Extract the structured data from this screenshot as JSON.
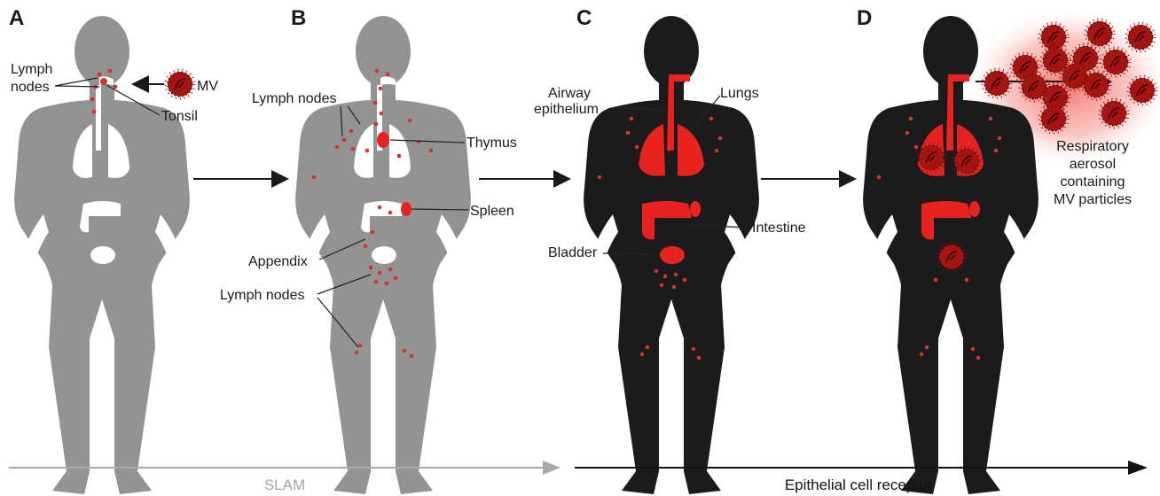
{
  "panels": {
    "a": {
      "letter": "A",
      "lymph_label": "Lymph\nnodes",
      "tonsil_label": "Tonsil",
      "mv_label": "MV"
    },
    "b": {
      "letter": "B",
      "lymph_top_label": "Lymph nodes",
      "thymus_label": "Thymus",
      "spleen_label": "Spleen",
      "appendix_label": "Appendix",
      "lymph_bottom_label": "Lymph nodes"
    },
    "c": {
      "letter": "C",
      "airway_label_1": "Airway",
      "airway_label_2": "epithelium",
      "lungs_label": "Lungs",
      "intestine_label": "Intestine",
      "bladder_label": "Bladder"
    },
    "d": {
      "letter": "D",
      "aerosol_label_1": "Respiratory",
      "aerosol_label_2": "aerosol",
      "aerosol_label_3": "containing",
      "aerosol_label_4": "MV particles"
    }
  },
  "bottom": {
    "slam_label": "SLAM",
    "epithelial_label": "Epithelial cell receptor"
  },
  "colors": {
    "grey_body": "#939393",
    "black_body": "#1b1b1b",
    "red": "#e8231f",
    "virus": "#a51410",
    "slam_arrow": "#a8a8a8",
    "epi_arrow": "#111111"
  },
  "icons": {
    "virus": "measles-virus-particle-icon",
    "arrow": "right-arrow-icon"
  }
}
